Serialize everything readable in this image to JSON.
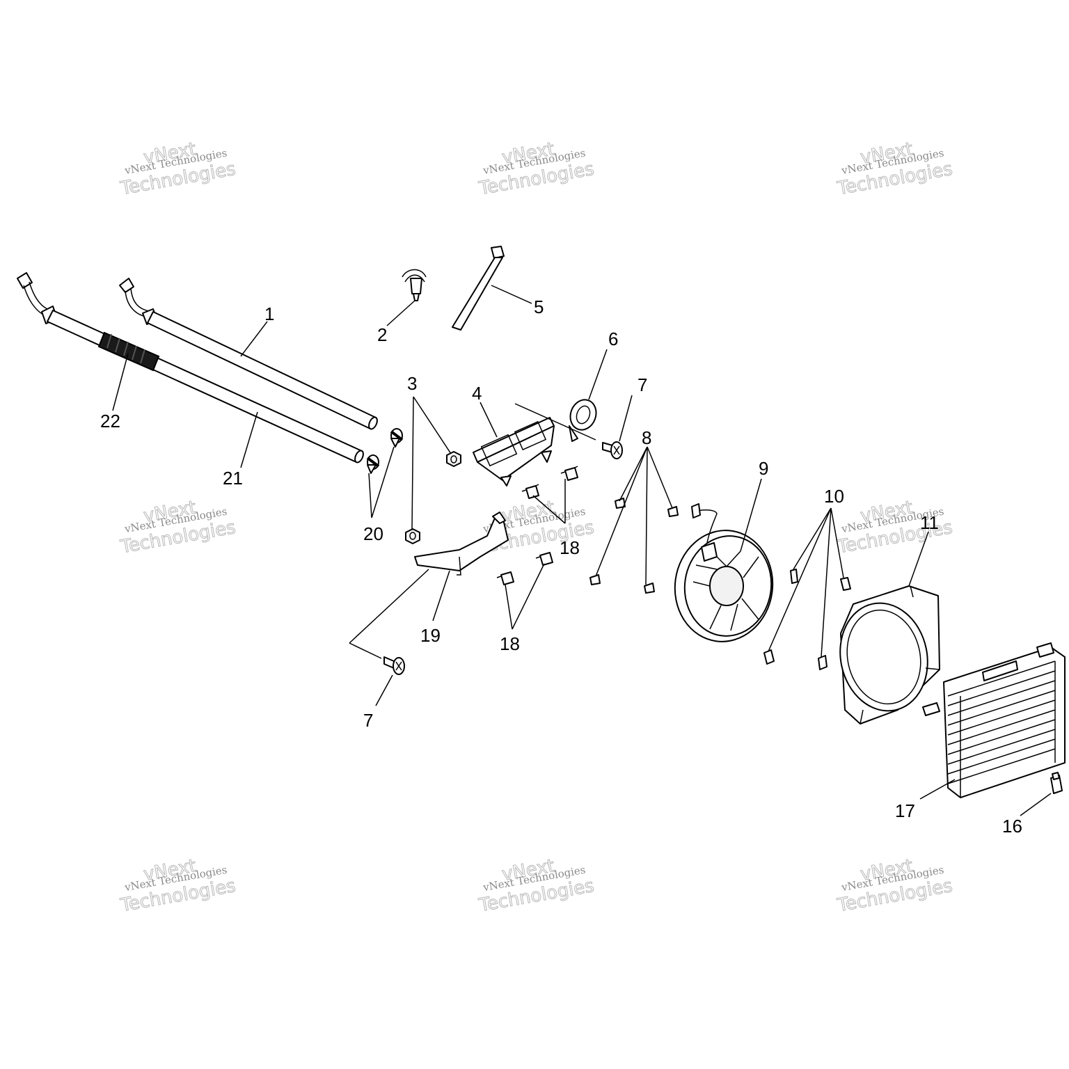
{
  "callouts": {
    "c1": "1",
    "c2": "2",
    "c3": "3",
    "c4": "4",
    "c5": "5",
    "c6": "6",
    "c7a": "7",
    "c7b": "7",
    "c8": "8",
    "c9": "9",
    "c10": "10",
    "c11": "11",
    "c16": "16",
    "c17": "17",
    "c18a": "18",
    "c18b": "18",
    "c19": "19",
    "c20": "20",
    "c21": "21",
    "c22": "22"
  },
  "watermark": {
    "line_small": "vNext Technologies",
    "line_big_1": "vNext",
    "line_big_2": "Technologies"
  }
}
